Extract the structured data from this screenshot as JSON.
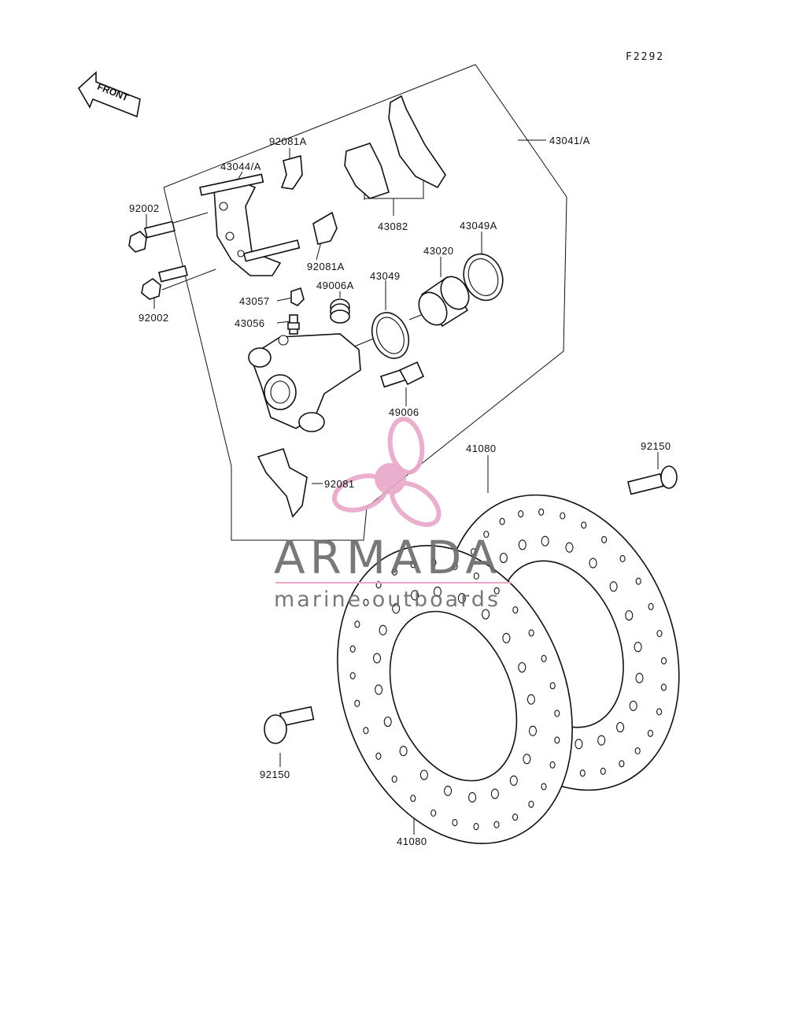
{
  "diagram_code": "F2292",
  "front_arrow_label": "FRONT",
  "watermark": {
    "brand": "ARMADA",
    "tagline": "marine outboards",
    "accent_color": "#e8a7c8",
    "text_color": "#6a6a6a"
  },
  "parts": [
    {
      "id": "label-43041a",
      "text": "43041/A"
    },
    {
      "id": "label-92081a-top",
      "text": "92081A"
    },
    {
      "id": "label-43044a",
      "text": "43044/A"
    },
    {
      "id": "label-92002-top",
      "text": "92002"
    },
    {
      "id": "label-92081a-mid",
      "text": "92081A"
    },
    {
      "id": "label-43082",
      "text": "43082"
    },
    {
      "id": "label-43049a",
      "text": "43049A"
    },
    {
      "id": "label-43020",
      "text": "43020"
    },
    {
      "id": "label-49006a",
      "text": "49006A"
    },
    {
      "id": "label-43049",
      "text": "43049"
    },
    {
      "id": "label-43057",
      "text": "43057"
    },
    {
      "id": "label-92002-bottom",
      "text": "92002"
    },
    {
      "id": "label-43056",
      "text": "43056"
    },
    {
      "id": "label-49006",
      "text": "49006"
    },
    {
      "id": "label-92081",
      "text": "92081"
    },
    {
      "id": "label-41080-top",
      "text": "41080"
    },
    {
      "id": "label-92150-right",
      "text": "92150"
    },
    {
      "id": "label-92150-left",
      "text": "92150"
    },
    {
      "id": "label-41080-bottom",
      "text": "41080"
    }
  ]
}
